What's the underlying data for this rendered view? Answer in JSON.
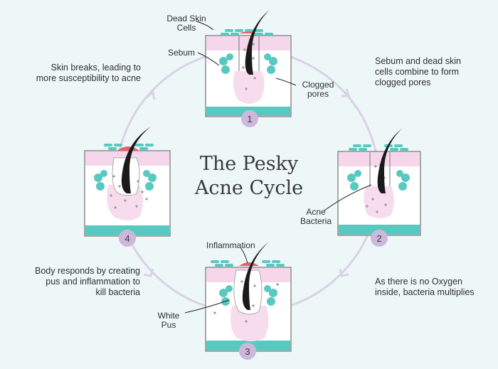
{
  "title": "The Pesky\nAcne Cycle",
  "steps": [
    {
      "number": "1",
      "caption": "Sebum and dead skin\ncells combine to form\nclogged pores"
    },
    {
      "number": "2",
      "caption": "As there is no Oxygen\ninside, bacteria multiplies"
    },
    {
      "number": "3",
      "caption": "Body responds by creating\npus and inflammation to\nkill bacteria"
    },
    {
      "number": "4",
      "caption": "Skin breaks, leading to\nmore susceptibility to acne"
    }
  ],
  "labels": {
    "dead_skin_cells": "Dead Skin\nCells",
    "sebum": "Sebum",
    "clogged_pores": "Clogged\npores",
    "acne_bacteria": "Acne\nBacteria",
    "inflammation": "Inflammation",
    "white_pus": "White\nPus"
  },
  "colors": {
    "background": "#eef7f8",
    "teal": "#58c9c0",
    "pink_skin": "#f5d6ea",
    "plug": "#f7dcee",
    "red": "#e4606d",
    "badge": "#cdb8dc",
    "hair": "#1a1a1a",
    "cycle_ring": "#d9d2e6"
  }
}
